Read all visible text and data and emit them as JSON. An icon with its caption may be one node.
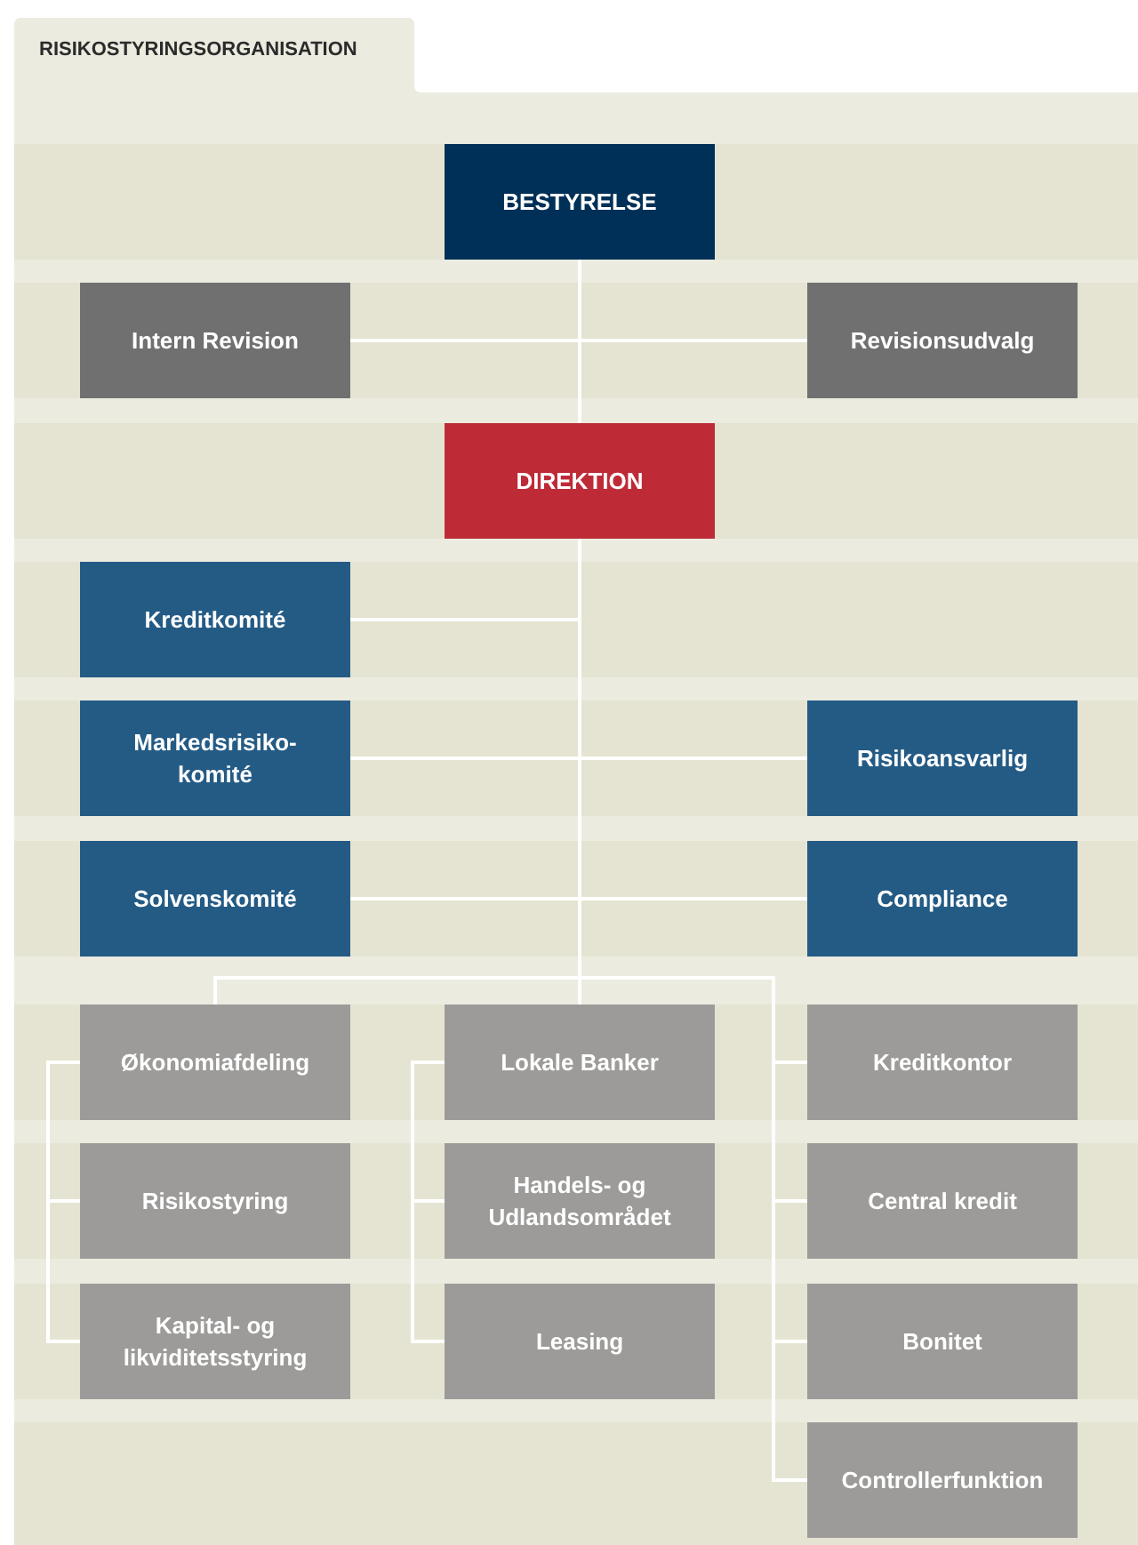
{
  "diagram": {
    "title": "RISIKOSTYRINGSORGANISATION",
    "nodes": [
      {
        "text": [
          "BESTYRELSE"
        ]
      },
      {
        "text": [
          "Intern Revision"
        ]
      },
      {
        "text": [
          "Revisionsudvalg"
        ]
      },
      {
        "text": [
          "DIREKTION"
        ]
      },
      {
        "text": [
          "Kreditkomité"
        ]
      },
      {
        "text": [
          "Markedsrisiko- komité"
        ]
      },
      {
        "text": [
          "Risikoansvarlig"
        ]
      },
      {
        "text": [
          "Solvenskomité"
        ]
      },
      {
        "text": [
          "Compliance"
        ]
      },
      {
        "text": [
          "Økonomiafdeling"
        ]
      },
      {
        "text": [
          "Lokale Banker"
        ]
      },
      {
        "text": [
          "Kreditkontor"
        ]
      },
      {
        "text": [
          "Risikostyring"
        ]
      },
      {
        "text": [
          "Handels- og Udlandsområdet"
        ]
      },
      {
        "text": [
          "Central kredit"
        ]
      },
      {
        "text": [
          "Kapital- og likviditetsstyring"
        ]
      },
      {
        "text": [
          "Leasing"
        ]
      },
      {
        "text": [
          "Bonitet"
        ]
      },
      {
        "text": [
          "Controllerfunktion"
        ]
      }
    ],
    "edges": [
      {
        "from": 0,
        "to": 3,
        "arrow": "none"
      },
      {
        "from": 0,
        "to": 1,
        "arrow": "none"
      },
      {
        "from": 0,
        "to": 2,
        "arrow": "none"
      },
      {
        "from": 3,
        "to": 4,
        "arrow": "none"
      },
      {
        "from": 3,
        "to": 5,
        "arrow": "none"
      },
      {
        "from": 3,
        "to": 6,
        "arrow": "none"
      },
      {
        "from": 3,
        "to": 7,
        "arrow": "none"
      },
      {
        "from": 3,
        "to": 8,
        "arrow": "none"
      },
      {
        "from": 3,
        "to": 9,
        "arrow": "none"
      },
      {
        "from": 3,
        "to": 10,
        "arrow": "none"
      },
      {
        "from": 3,
        "to": 11,
        "arrow": "none"
      },
      {
        "from": 3,
        "to": 14,
        "arrow": "none"
      },
      {
        "from": 3,
        "to": 17,
        "arrow": "none"
      },
      {
        "from": 3,
        "to": 18,
        "arrow": "none"
      },
      {
        "from": 9,
        "to": 12,
        "arrow": "none"
      },
      {
        "from": 9,
        "to": 15,
        "arrow": "none"
      },
      {
        "from": 10,
        "to": 13,
        "arrow": "none"
      },
      {
        "from": 10,
        "to": 16,
        "arrow": "none"
      }
    ]
  }
}
